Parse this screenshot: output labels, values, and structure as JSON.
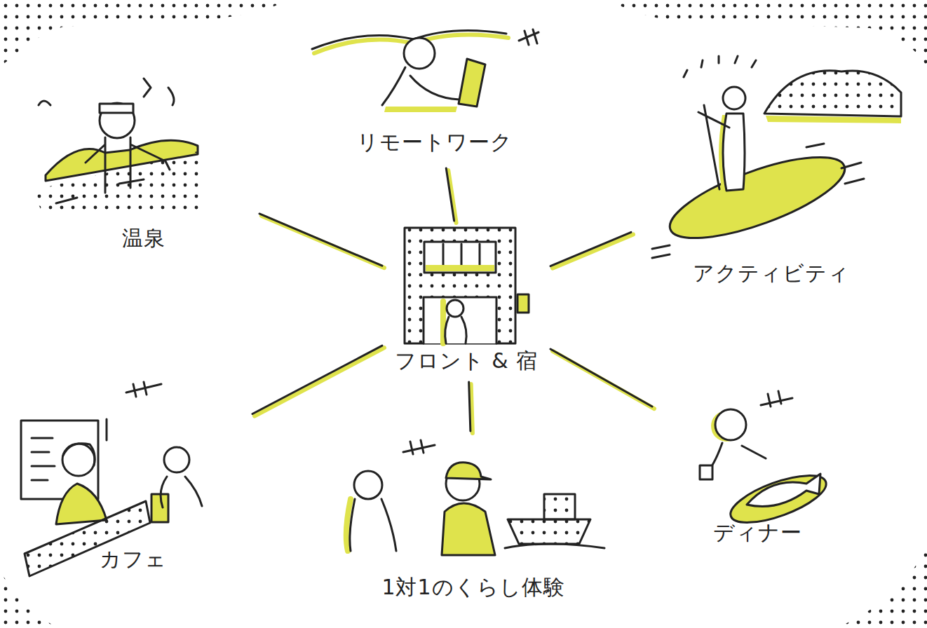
{
  "diagram": {
    "nodes": [
      {
        "text": [
          "リモートワーク"
        ]
      },
      {
        "text": [
          "温泉"
        ]
      },
      {
        "text": [
          "アクティビティ"
        ]
      },
      {
        "text": [
          "フロント & 宿"
        ]
      },
      {
        "text": [
          "カフェ"
        ]
      },
      {
        "text": [
          "1対1のくらし体験"
        ]
      },
      {
        "text": [
          "ディナー"
        ]
      }
    ],
    "edges": [
      {
        "from": 3,
        "to": 0,
        "arrow": "none"
      },
      {
        "from": 3,
        "to": 1,
        "arrow": "none"
      },
      {
        "from": 3,
        "to": 2,
        "arrow": "none"
      },
      {
        "from": 3,
        "to": 4,
        "arrow": "none"
      },
      {
        "from": 3,
        "to": 5,
        "arrow": "none"
      },
      {
        "from": 3,
        "to": 6,
        "arrow": "none"
      }
    ]
  }
}
